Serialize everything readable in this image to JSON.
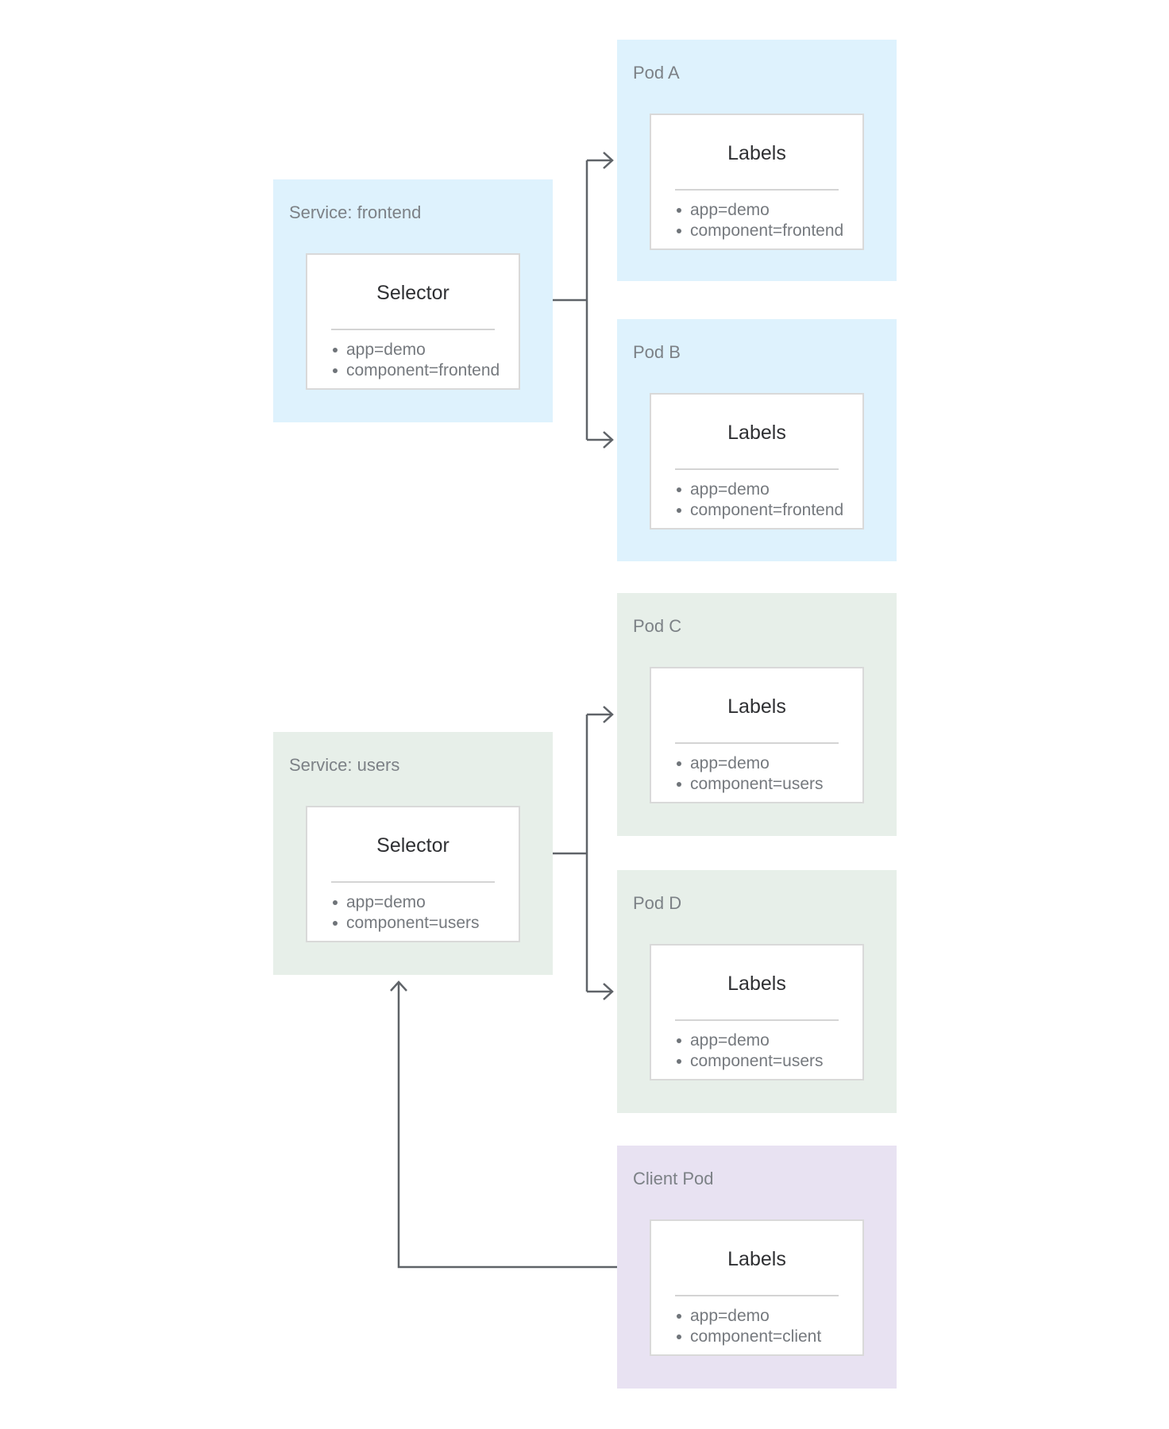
{
  "colors": {
    "blue": "#def2fd",
    "green": "#e7efe9",
    "purple": "#e8e2f2",
    "arrow": "#5f6368"
  },
  "nodes": [
    {
      "id": "svc-frontend",
      "title": "Service: frontend",
      "card_heading": "Selector",
      "bullets": [
        "app=demo",
        "component=frontend"
      ],
      "theme": "blue"
    },
    {
      "id": "pod-a",
      "title": "Pod A",
      "card_heading": "Labels",
      "bullets": [
        "app=demo",
        "component=frontend"
      ],
      "theme": "blue"
    },
    {
      "id": "pod-b",
      "title": "Pod B",
      "card_heading": "Labels",
      "bullets": [
        "app=demo",
        "component=frontend"
      ],
      "theme": "blue"
    },
    {
      "id": "pod-c",
      "title": "Pod C",
      "card_heading": "Labels",
      "bullets": [
        "app=demo",
        "component=users"
      ],
      "theme": "green"
    },
    {
      "id": "svc-users",
      "title": "Service: users",
      "card_heading": "Selector",
      "bullets": [
        "app=demo",
        "component=users"
      ],
      "theme": "green"
    },
    {
      "id": "pod-d",
      "title": "Pod D",
      "card_heading": "Labels",
      "bullets": [
        "app=demo",
        "component=users"
      ],
      "theme": "green"
    },
    {
      "id": "client-pod",
      "title": "Client Pod",
      "card_heading": "Labels",
      "bullets": [
        "app=demo",
        "component=client"
      ],
      "theme": "purple"
    }
  ]
}
